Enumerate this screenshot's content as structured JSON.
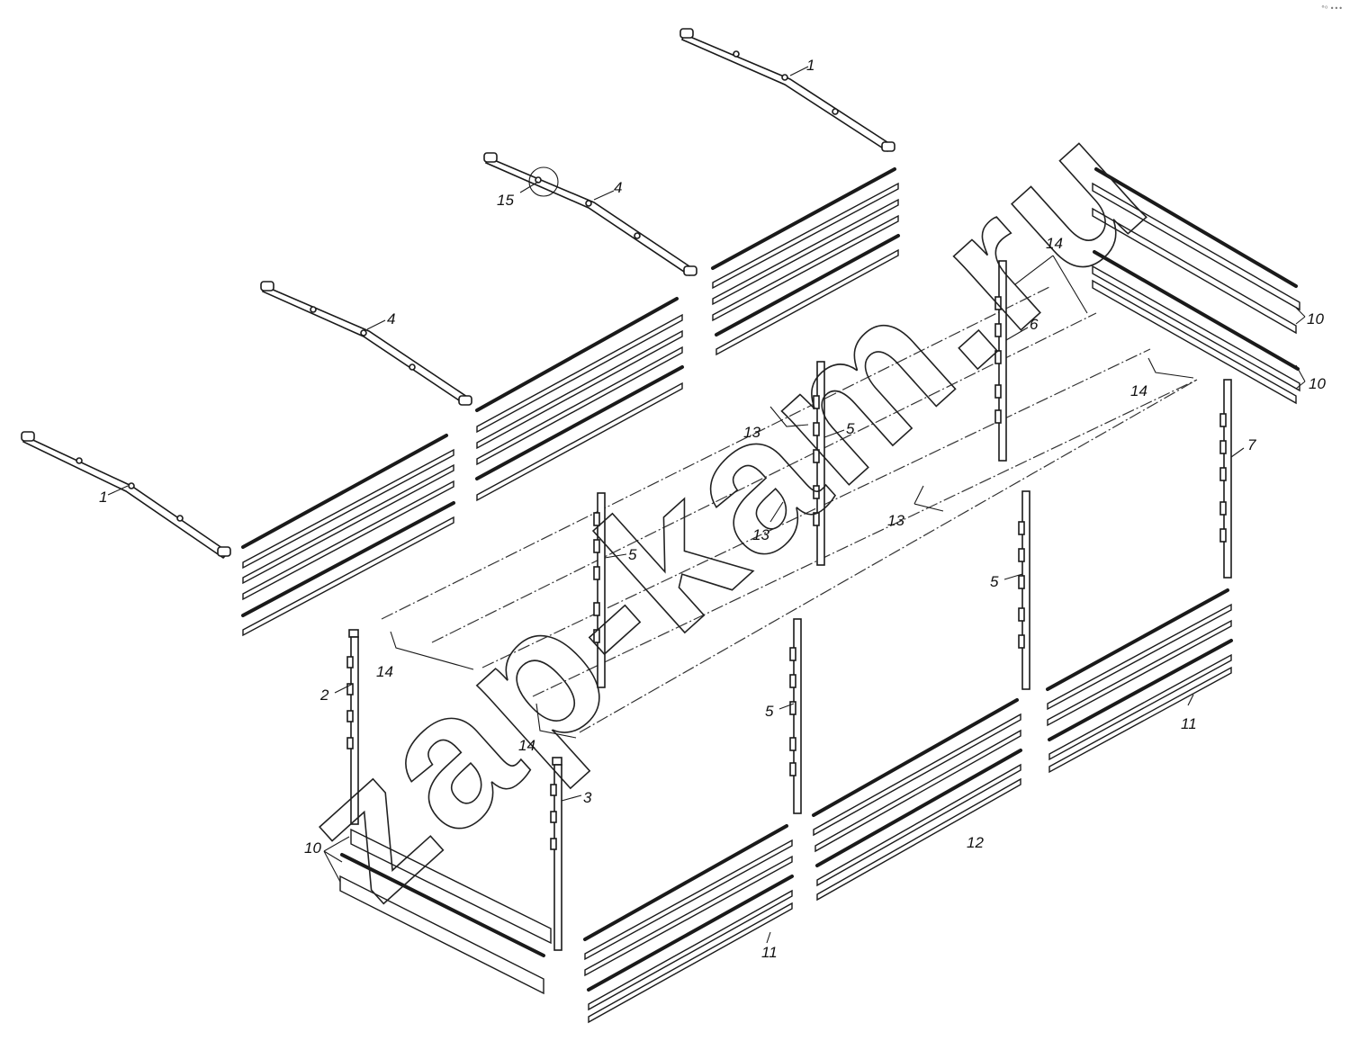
{
  "labels": {
    "bow_1": "1",
    "post_2": "2",
    "post_3": "3",
    "bow_4": "4",
    "post_5": "5",
    "post_6": "6",
    "post_7": "7",
    "board_10": "10",
    "board_11": "11",
    "board_12": "12",
    "rail_13": "13",
    "rail_14": "14",
    "detail_15": "15"
  },
  "watermark": "zap-kam.ru",
  "corner_mark": "°⁰ •••"
}
